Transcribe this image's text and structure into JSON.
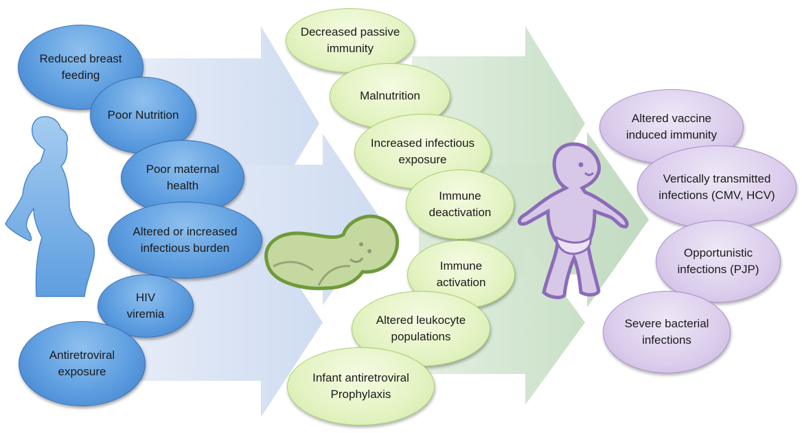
{
  "colors": {
    "maternal_factors": "#5e9ee0",
    "infant_effects": "#e3f3c2",
    "outcomes": "#dbcdec",
    "arrow_blue": "#dbe4f4",
    "arrow_green": "#d6e8d4",
    "double_arrow": "#f6b987"
  },
  "icons": {
    "mother": "pregnant-woman-silhouette",
    "newborn": "sleeping-newborn",
    "infant": "standing-infant",
    "link": "double-headed-arrow"
  },
  "maternal_factors": [
    "Reduced breast\nfeeding",
    "Poor Nutrition",
    "Poor maternal\nhealth",
    "Altered or increased\ninfectious burden",
    "HIV\nviremia",
    "Antiretroviral\nexposure"
  ],
  "infant_effects": [
    "Decreased passive\nimmunity",
    "Malnutrition",
    "Increased infectious\nexposure",
    "Immune\ndeactivation",
    "Immune\nactivation",
    "Altered leukocyte\npopulations",
    "Infant antiretroviral\nProphylaxis"
  ],
  "outcomes": [
    "Altered vaccine\ninduced immunity",
    "Vertically transmitted\ninfections (CMV, HCV)",
    "Opportunistic\ninfections (PJP)",
    "Severe bacterial\ninfections"
  ]
}
